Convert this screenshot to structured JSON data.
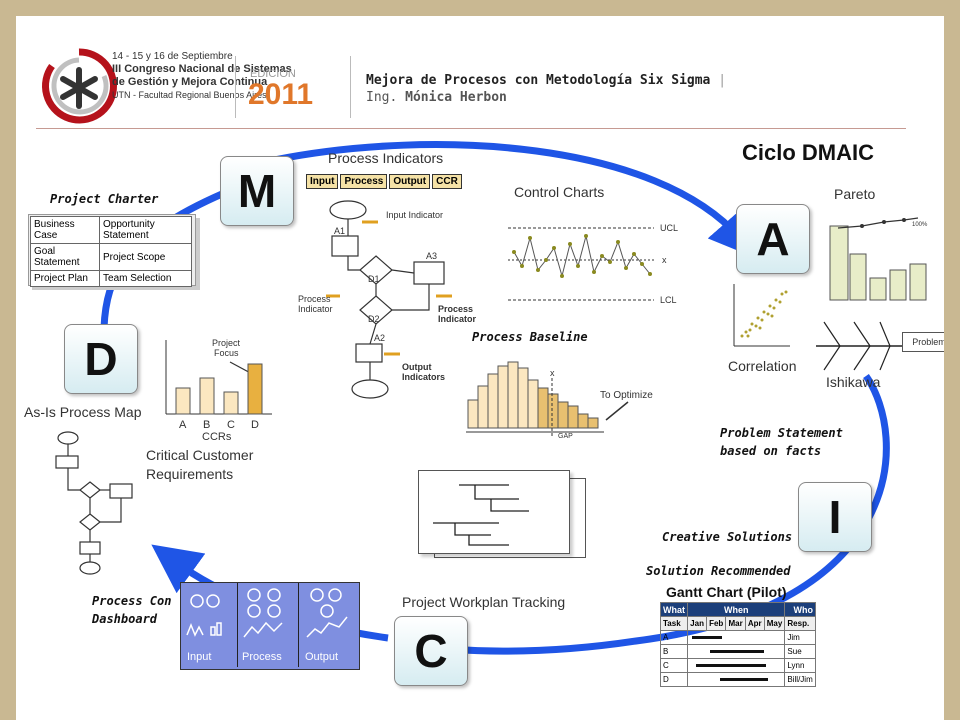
{
  "header": {
    "congress_lines": [
      "14 - 15 y 16 de Septiembre",
      "III Congreso Nacional de Sistemas",
      "de Gestión y Mejora Continua",
      "UTN - Facultad Regional Buenos Aires"
    ],
    "edition_label": "EDICION",
    "edition_year": "2011",
    "talk_title": "Mejora de Procesos con Metodología Six Sigma",
    "title_separator": "|",
    "author_prefix": "Ing.",
    "author_name": "Mónica Herbon"
  },
  "diagram": {
    "cycle_title": "Ciclo DMAIC",
    "steps": {
      "d": "D",
      "m": "M",
      "a": "A",
      "i": "I",
      "c": "C"
    },
    "labels": {
      "project_charter": "Project Charter",
      "process_indicators": "Process Indicators",
      "control_charts": "Control Charts",
      "pareto": "Pareto",
      "correlation": "Correlation",
      "ishikawa": "Ishikawa",
      "problem": "Problem",
      "process_baseline": "Process Baseline",
      "to_optimize": "To Optimize",
      "gap": "GAP",
      "as_is_map": "As-Is Process Map",
      "critical_customer": "Critical Customer",
      "requirements": "Requirements",
      "problem_statement": "Problem Statement",
      "based_on_facts": "based on facts",
      "creative_solutions": "Creative Solutions",
      "solution_recommended": "Solution Recommended",
      "gantt_chart": "Gantt Chart (Pilot)",
      "project_workplan": "Project Workplan Tracking",
      "process_con": "Process Con",
      "dashboard": "Dashboard"
    },
    "charter_table": [
      [
        "Business Case",
        "Opportunity Statement"
      ],
      [
        "Goal Statement",
        "Project Scope"
      ],
      [
        "Project Plan",
        "Team Selection"
      ]
    ],
    "indicators_header": [
      "Input",
      "Process",
      "Output",
      "CCR"
    ],
    "flow_labels": {
      "input_indicator": "Input Indicator",
      "a1": "A1",
      "d1": "D1",
      "a3": "A3",
      "d2": "D2",
      "a2": "A2",
      "process_indicator_l1": "Process",
      "process_indicator_l2": "Indicator",
      "process_indicator_r1": "Process",
      "process_indicator_r2": "Indicator",
      "output_indicators_1": "Output",
      "output_indicators_2": "Indicators"
    },
    "control_chart_labels": {
      "ucl": "UCL",
      "xbar": "x",
      "lcl": "LCL"
    },
    "pareto_pct": "100%",
    "ccr_chart": {
      "focus_1": "Project",
      "focus_2": "Focus",
      "categories": [
        "A",
        "B",
        "C",
        "D"
      ],
      "title": "CCRs"
    },
    "dashboard_panels": [
      "Input",
      "Process",
      "Output"
    ],
    "gantt": {
      "header": [
        "What",
        "When",
        "Who"
      ],
      "sub": [
        "Task",
        "Jan",
        "Feb",
        "Mar",
        "Apr",
        "May",
        "Resp."
      ],
      "rows": [
        [
          "A",
          "Jim"
        ],
        [
          "B",
          "Sue"
        ],
        [
          "C",
          "Lynn"
        ],
        [
          "D",
          "Bill/Jim"
        ]
      ]
    }
  }
}
